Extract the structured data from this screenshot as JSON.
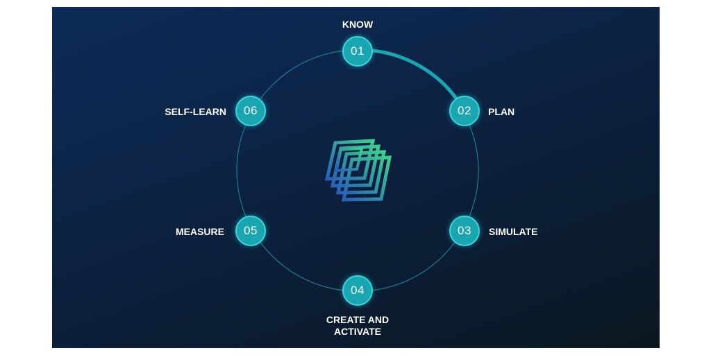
{
  "steps": [
    {
      "number": "01",
      "label": "KNOW"
    },
    {
      "number": "02",
      "label": "PLAN"
    },
    {
      "number": "03",
      "label": "SIMULATE"
    },
    {
      "number": "04",
      "label": "CREATE AND\nACTIVATE"
    },
    {
      "number": "05",
      "label": "MEASURE"
    },
    {
      "number": "06",
      "label": "SELF-LEARN"
    }
  ],
  "colors": {
    "background_top": "#0d2b58",
    "background_bottom": "#0a1820",
    "node_fill": "#1aa6b0",
    "node_border": "#3fd3db",
    "ring": "#1e8f9e",
    "highlight_arc": "#1aa6b0",
    "logo_gradient_start": "#2a5fb8",
    "logo_gradient_end": "#3ecf8e"
  },
  "highlighted_segment": {
    "from": "01",
    "to": "02"
  },
  "center_icon": "layered-cube-logo-icon"
}
